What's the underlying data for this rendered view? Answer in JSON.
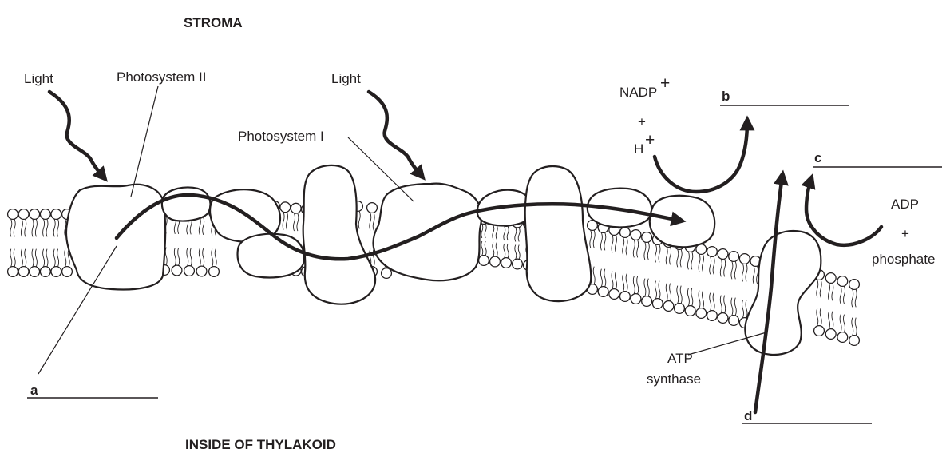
{
  "region_labels": {
    "stroma": "STROMA",
    "inside": "INSIDE OF THYLAKOID"
  },
  "labels": {
    "light_left": "Light",
    "light_right": "Light",
    "photosystem_ii": "Photosystem II",
    "photosystem_i": "Photosystem I",
    "nadp": "NADP",
    "nadp_sup": "+",
    "plus_1": "+",
    "h": "H",
    "h_sup": "+",
    "adp": "ADP",
    "plus_2": "+",
    "phosphate": "phosphate",
    "atp_synthase_line1": "ATP",
    "atp_synthase_line2": "synthase"
  },
  "blanks": {
    "a": "a",
    "b": "b",
    "c": "c",
    "d": "d"
  },
  "colors": {
    "ink": "#231f20",
    "fill": "#ffffff"
  }
}
